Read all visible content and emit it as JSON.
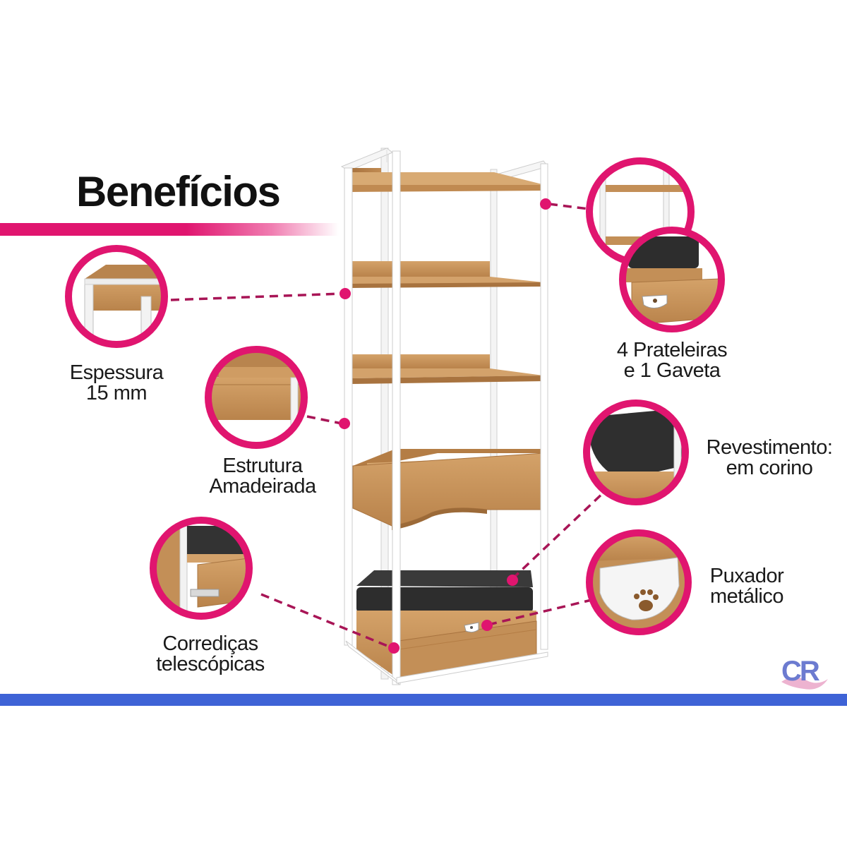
{
  "title": "Benefícios",
  "features": {
    "espessura": {
      "line1": "Espessura",
      "line2": "15 mm"
    },
    "estrutura": {
      "line1": "Estrutura",
      "line2": "Amadeirada"
    },
    "corredicas": {
      "line1": "Corrediças",
      "line2": "telescópicas"
    },
    "prateleiras": {
      "line1": "4 Prateleiras",
      "line2": "e 1 Gaveta"
    },
    "revestimento": {
      "line1": "Revestimento:",
      "line2": "em corino"
    },
    "puxador": {
      "line1": "Puxador",
      "line2": "metálico"
    }
  },
  "logo_text": "CR",
  "colors": {
    "accent": "#e0156f",
    "brand_blue": "#3e63d6",
    "wood": "#c8955a",
    "frame": "#ffffff",
    "cushion": "#2d2d2d"
  },
  "icons": [
    "paw-icon",
    "shelf-product-illustration",
    "cr-logo"
  ]
}
